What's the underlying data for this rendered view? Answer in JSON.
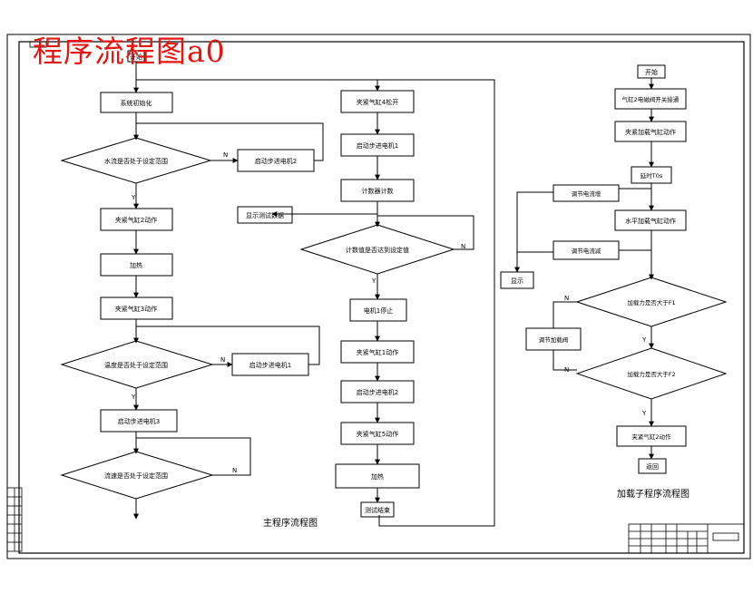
{
  "header": {
    "title": "程序流程图a0",
    "corner_stamp": "-",
    "title_color": "#e8140f"
  },
  "main_flow": {
    "caption": "主程序流程图",
    "start": "开始",
    "init": "系统初始化",
    "check_water": "水流是否处于设定范围",
    "pump2": "启动步进电机2",
    "valve2_act": "夹紧气缸2动作",
    "heat": "加热",
    "valve3_act": "夹紧气缸3动作",
    "check_temp": "温度是否处于设定范围",
    "pump1": "启动步进电机1",
    "motor_start": "启动步进电机3",
    "check_speed": "流速是否处于设定范围",
    "loosen": "夹紧气缸4松开",
    "stepper1_on": "启动步进电机1",
    "count": "计数器计数",
    "show_result": "显示测试数据",
    "check_count": "计数值是否达到设定值",
    "stepper_stop": "电机1停止",
    "valve1_act": "夹紧气缸1动作",
    "stepper2_on": "启动步进电机2",
    "valve5_act": "夹紧气缸5动作",
    "heat2": "加热",
    "end": "测试结束"
  },
  "sub_flow": {
    "caption": "加载子程序流程图",
    "start": "开始",
    "valve_open": "气缸2电磁阀开关接通",
    "clamp": "夹紧加载气缸动作",
    "delay": "延时T0s",
    "adjust_up": "调节电流增",
    "load_act": "水平加载气缸动作",
    "adjust_down": "调节电流减",
    "display": "显示",
    "check_gt": "加载力是否大于F1",
    "adjust": "调节加载阀",
    "check_gt2": "加载力是否大于F2",
    "valve_close": "夹紧气缸2动作",
    "end": "返回"
  },
  "labels": {
    "yes": "Y",
    "no": "N"
  }
}
